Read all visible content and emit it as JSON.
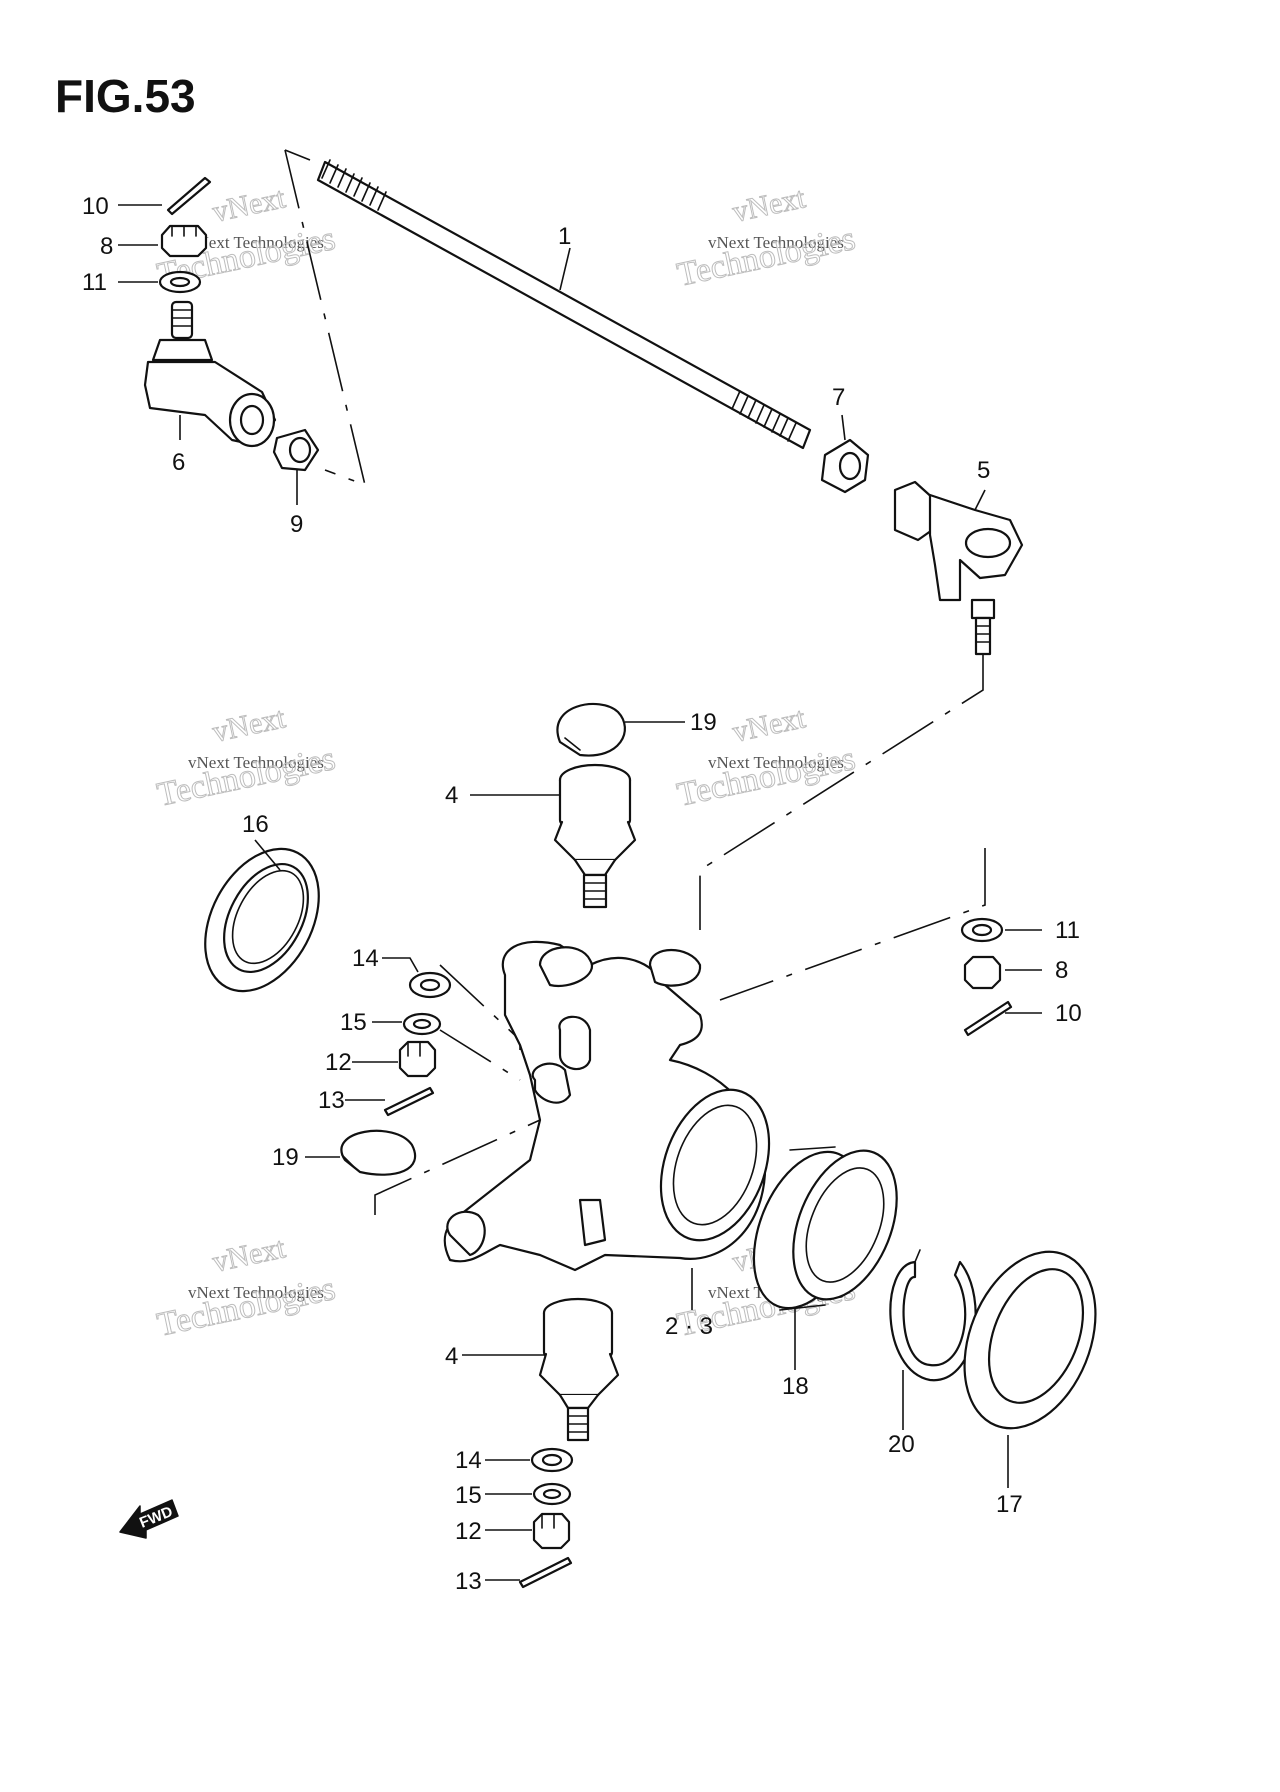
{
  "figure": {
    "title": "FIG.53"
  },
  "watermark": {
    "line1": "vNext",
    "line2": "vNext Technologies",
    "line3": "Technologies"
  },
  "fwd_label": "FWD",
  "callouts": [
    {
      "id": "c10a",
      "text": "10"
    },
    {
      "id": "c8a",
      "text": "8"
    },
    {
      "id": "c11a",
      "text": "11"
    },
    {
      "id": "c1",
      "text": "1"
    },
    {
      "id": "c6",
      "text": "6"
    },
    {
      "id": "c9",
      "text": "9"
    },
    {
      "id": "c7",
      "text": "7"
    },
    {
      "id": "c5",
      "text": "5"
    },
    {
      "id": "c19a",
      "text": "19"
    },
    {
      "id": "c4a",
      "text": "4"
    },
    {
      "id": "c16",
      "text": "16"
    },
    {
      "id": "c11b",
      "text": "11"
    },
    {
      "id": "c8b",
      "text": "8"
    },
    {
      "id": "c10b",
      "text": "10"
    },
    {
      "id": "c14a",
      "text": "14"
    },
    {
      "id": "c15a",
      "text": "15"
    },
    {
      "id": "c12a",
      "text": "12"
    },
    {
      "id": "c13a",
      "text": "13"
    },
    {
      "id": "c19b",
      "text": "19"
    },
    {
      "id": "c23",
      "text": "2 · 3"
    },
    {
      "id": "c18",
      "text": "18"
    },
    {
      "id": "c20",
      "text": "20"
    },
    {
      "id": "c17",
      "text": "17"
    },
    {
      "id": "c4b",
      "text": "4"
    },
    {
      "id": "c14b",
      "text": "14"
    },
    {
      "id": "c15b",
      "text": "15"
    },
    {
      "id": "c12b",
      "text": "12"
    },
    {
      "id": "c13b",
      "text": "13"
    }
  ]
}
